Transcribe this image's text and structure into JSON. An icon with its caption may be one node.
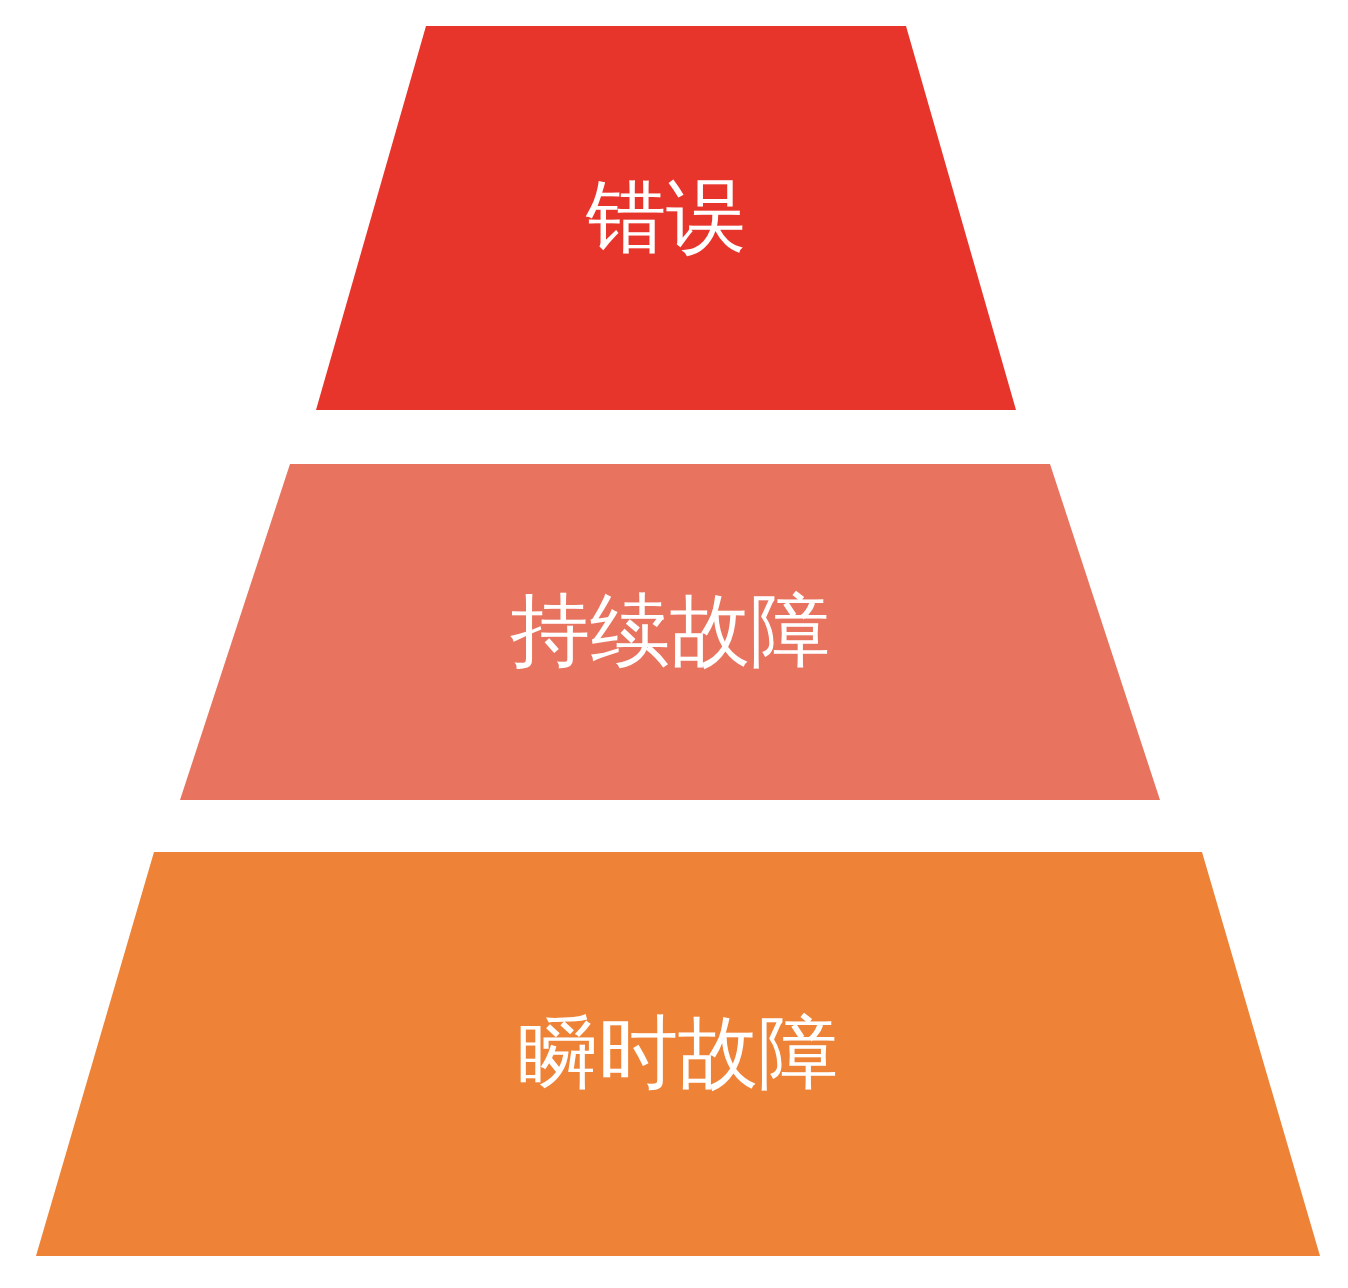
{
  "diagram": {
    "nodes": [
      {
        "text": [
          "错误"
        ]
      },
      {
        "text": [
          "持续故障"
        ]
      },
      {
        "text": [
          "瞬时故障"
        ]
      }
    ]
  }
}
